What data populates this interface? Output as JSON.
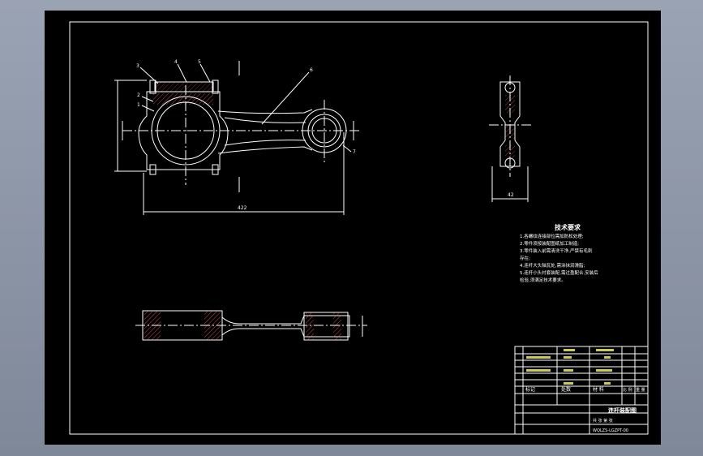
{
  "colors": {
    "background": "#8a93a4",
    "sheet": "#000000",
    "line": "#ffffff",
    "accent": "#ffff66",
    "hatch": "#ff6a6a"
  },
  "front_view": {
    "part_labels": [
      "3",
      "4",
      "5",
      "2",
      "1",
      "6",
      "7"
    ],
    "overall_length": "422"
  },
  "side_view": {
    "width": "42"
  },
  "requirements": {
    "title": "技术要求",
    "items": [
      "1.各螺纹连接部位需加防松处理;",
      "2.零件须按装配图纸加工制造;",
      "3.零件装入前需清洗干净,严禁有毛刺",
      "存在;",
      "4.连杆大头轴瓦处,需涂抹润滑脂;",
      "5.连杆小头衬套装配,需过盈配合,安装后",
      "检验,须满足技术要求。"
    ]
  },
  "title_block": {
    "drawing_title": "连杆装配图",
    "mark_header": "标记",
    "count_header": "处数",
    "labels": [
      "材 料",
      "比 例",
      "重 量"
    ],
    "sheet_label": "共 张 第 张",
    "code": "WQLZS-LGZPT-00"
  }
}
